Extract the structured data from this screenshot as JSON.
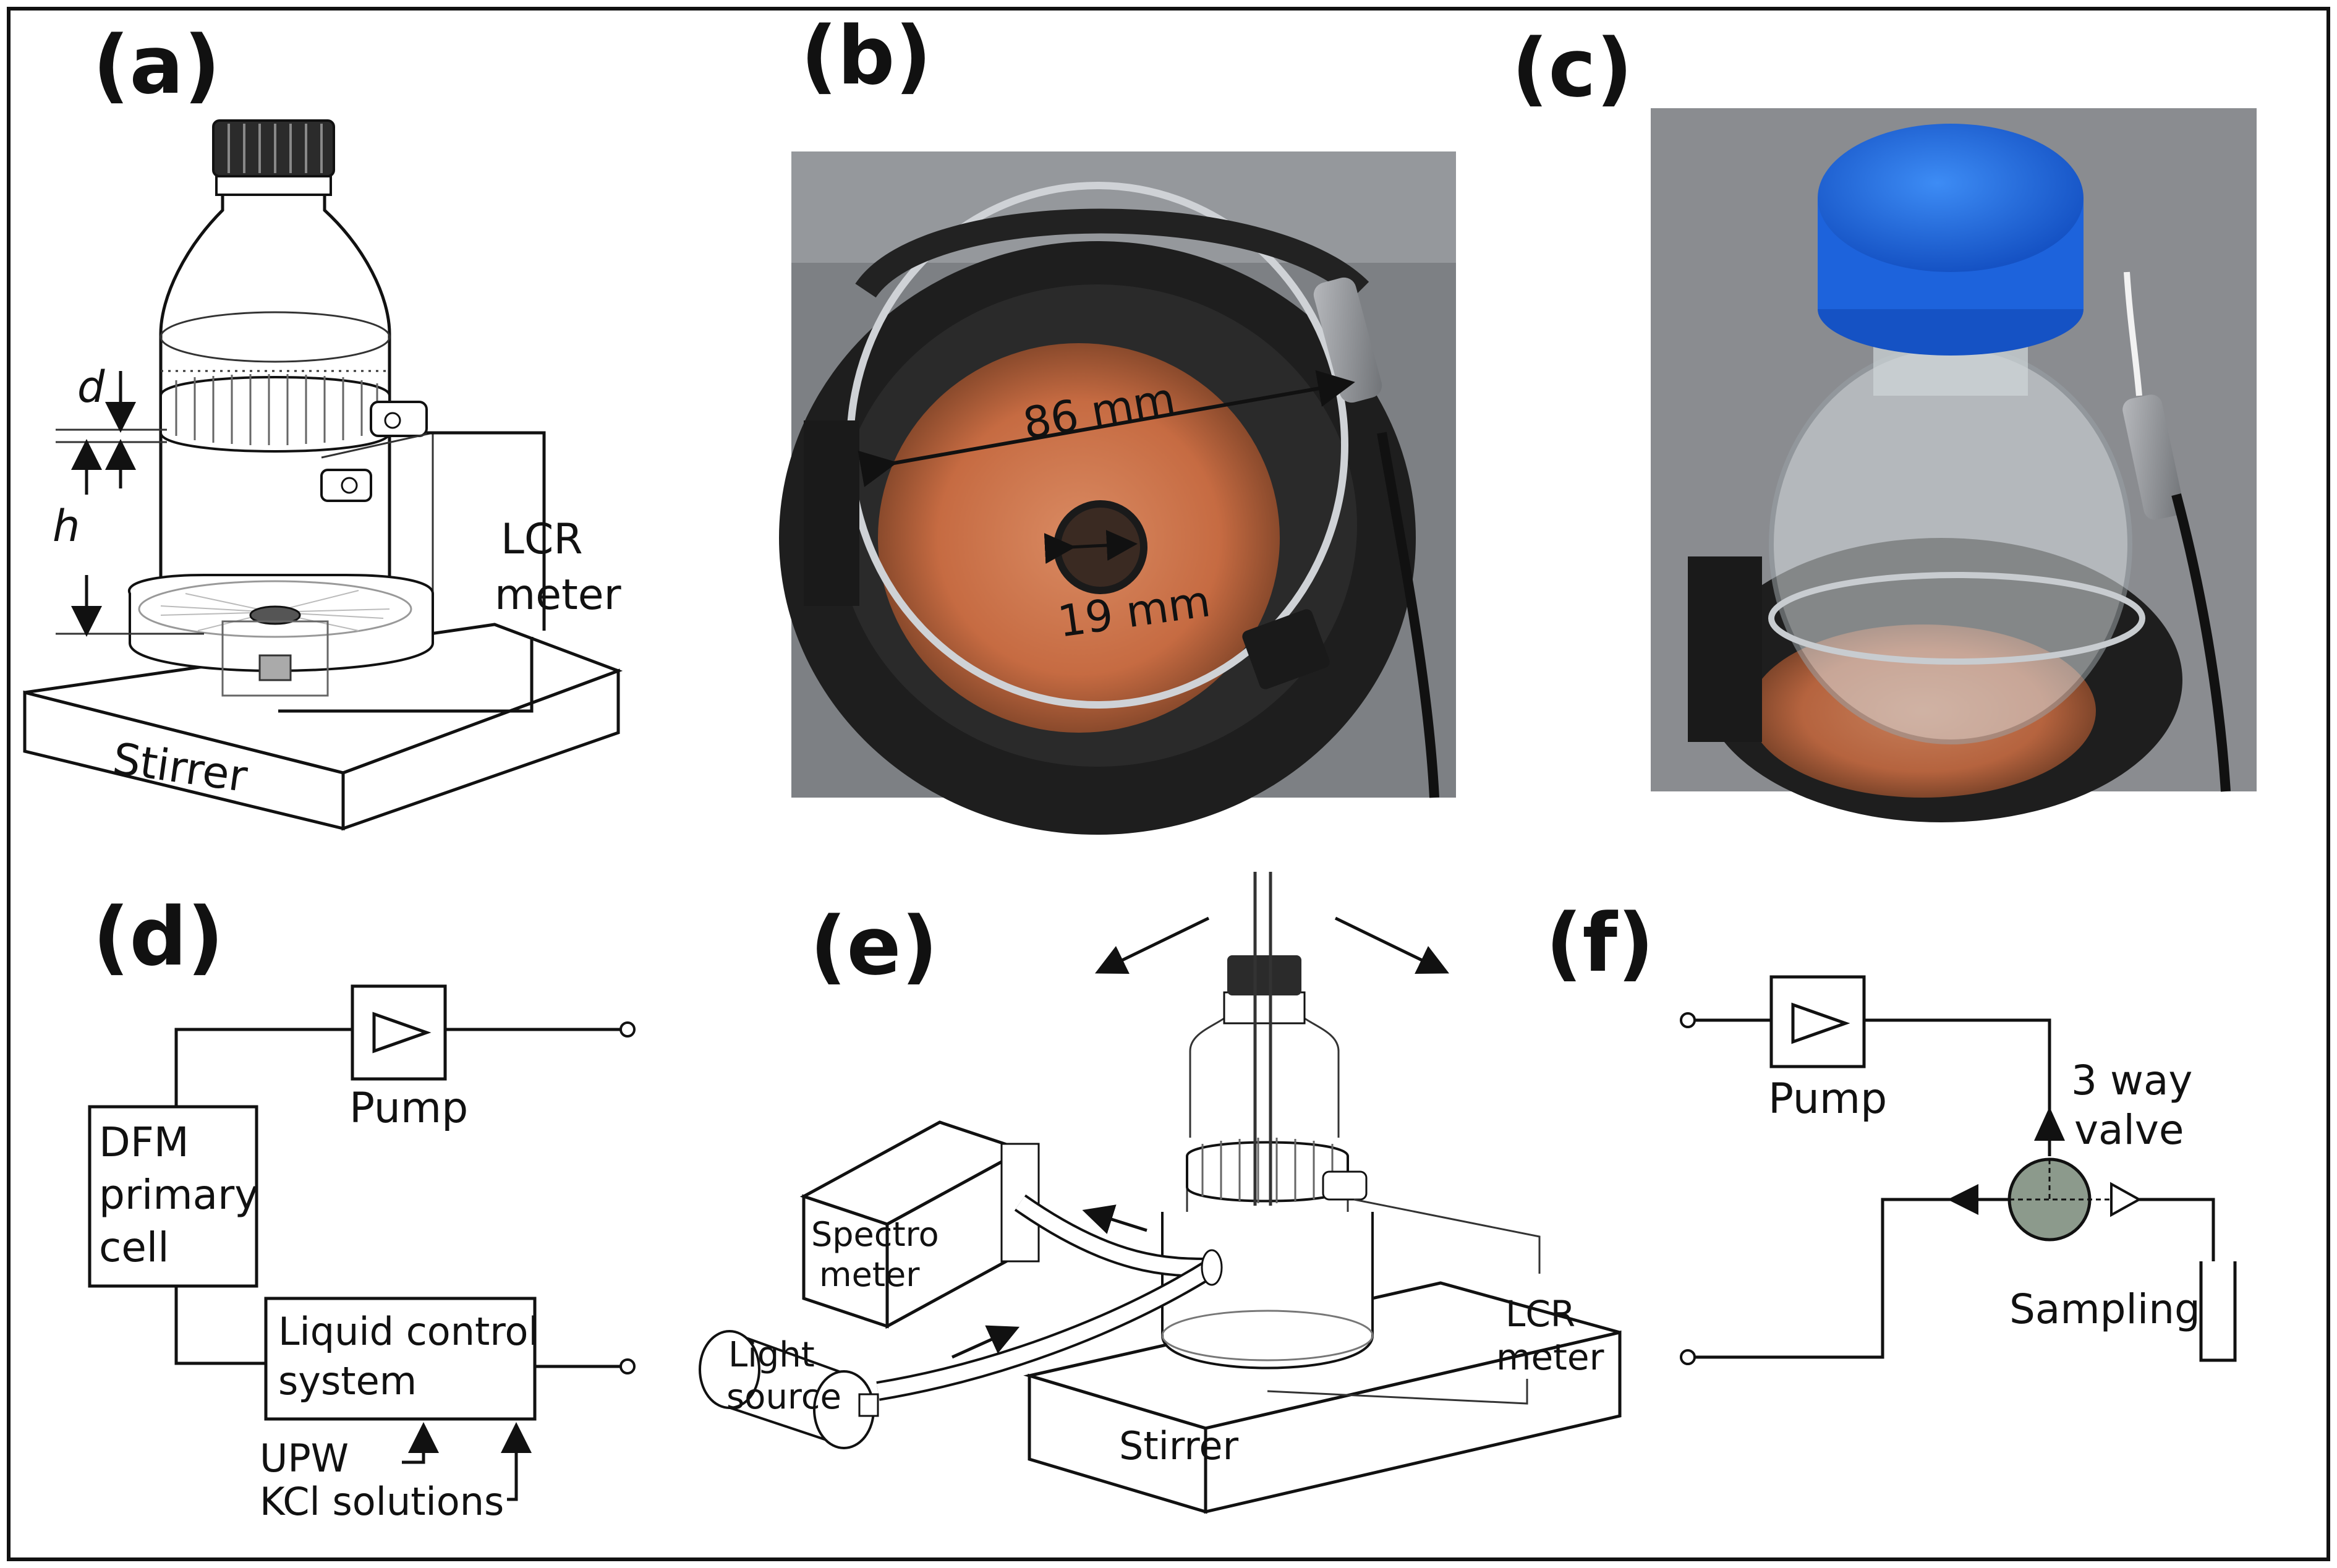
{
  "panels": {
    "a": {
      "label": "(a)",
      "dim_d": "d",
      "dim_h": "h",
      "lcr_line1": "LCR",
      "lcr_line2": "meter",
      "stirrer": "Stirrer"
    },
    "b": {
      "label": "(b)",
      "dim_outer": "86 mm",
      "dim_inner": "19 mm"
    },
    "c": {
      "label": "(c)"
    },
    "d": {
      "label": "(d)",
      "pump": "Pump",
      "dfm_line1": "DFM",
      "dfm_line2": "primary",
      "dfm_line3": "cell",
      "lcs_line1": "Liquid control",
      "lcs_line2": "system",
      "upw": "UPW",
      "kcl": "KCl solutions"
    },
    "e": {
      "label": "(e)",
      "spectro_line1": "Spectro",
      "spectro_line2": "meter",
      "light_line1": "Light",
      "light_line2": "source",
      "lcr_line1": "LCR",
      "lcr_line2": "meter",
      "stirrer": "Stirrer"
    },
    "f": {
      "label": "(f)",
      "pump": "Pump",
      "valve_line1": "3 way",
      "valve_line2": "valve",
      "sampling": "Sampling"
    }
  },
  "colors": {
    "copper": "#c8714a",
    "cap_blue": "#1f6fe0",
    "metal": "#8e9094",
    "valve": "#8c9a8c"
  }
}
